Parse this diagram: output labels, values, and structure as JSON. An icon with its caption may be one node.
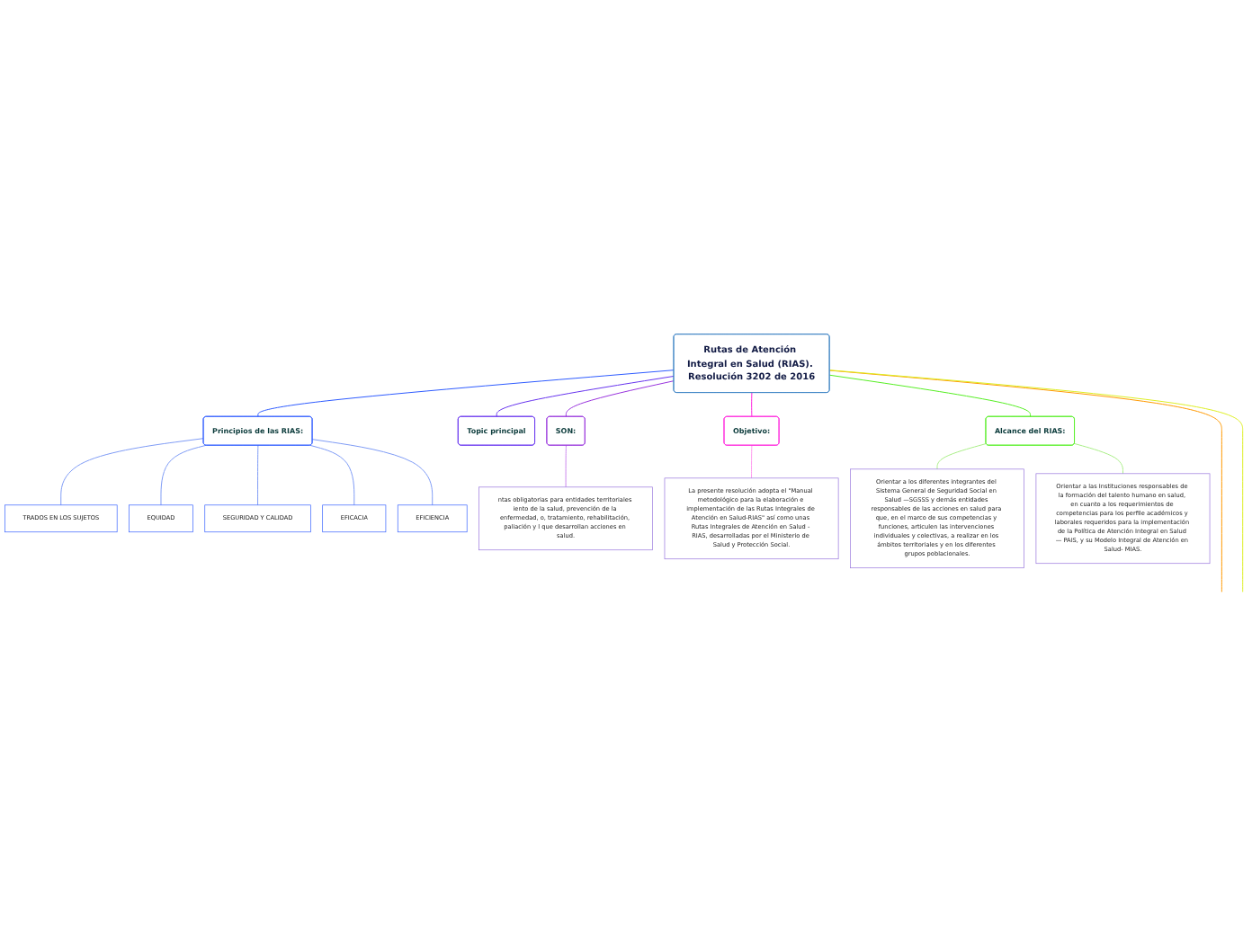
{
  "diagram": {
    "nodes": [
      {
        "text": [
          "Rutas de Atención Integral en Salud (RIAS). Resolución 3202 de 2016"
        ]
      },
      {
        "text": [
          "Principios de las RIAS:"
        ]
      },
      {
        "text": [
          "TRADOS EN LOS SUJETOS"
        ]
      },
      {
        "text": [
          "EQUIDAD"
        ]
      },
      {
        "text": [
          "SEGURIDAD Y CALIDAD"
        ]
      },
      {
        "text": [
          "EFICACIA"
        ]
      },
      {
        "text": [
          "EFICIENCIA"
        ]
      },
      {
        "text": [
          "Topic principal"
        ]
      },
      {
        "text": [
          "SON:"
        ]
      },
      {
        "text": [
          "ntas obligatorias para entidades territoriales iento de la salud, prevención de la enfermedad, o, tratamiento, rehabilitación, paliación y l que desarrollan acciones en salud."
        ]
      },
      {
        "text": [
          "Objetivo:"
        ]
      },
      {
        "text": [
          "La presente resolución adopta el \"Manual metodológico para la elaboración e implementación de las Rutas Integrales de Atención en Salud-RIAS\" así como unas Rutas Integrales de Atención en Salud - RIAS, desarrolladas por el Ministerio de Salud y Protección Social."
        ]
      },
      {
        "text": [
          "Alcance del RIAS:"
        ]
      },
      {
        "text": [
          "Orientar a los diferentes integrantes del Sistema General de Seguridad Social en Salud —SGSSS y demás entidades responsables de las acciones en salud para que, en el marco de sus competencias y funciones, articulen las intervenciones individuales y colectivas, a realizar en los ámbitos territoriales y en los diferentes grupos poblacionales."
        ]
      },
      {
        "text": [
          "Orientar a las Instituciones responsables de la formación del talento humano en salud, en cuanto a los requerimientos de competencias para los perfile académicos y laborales requeridos para la implementación de la Política de Atención Integral en Salud — PAIS, y su Modelo Integral de Atención en Salud- MIAS."
        ]
      }
    ],
    "edges": [
      {
        "from": 0,
        "to": 1,
        "arrow": "none",
        "color": "#2e5bff"
      },
      {
        "from": 1,
        "to": 2,
        "arrow": "none",
        "color": "#7f9cf5"
      },
      {
        "from": 1,
        "to": 3,
        "arrow": "none",
        "color": "#7f9cf5"
      },
      {
        "from": 1,
        "to": 4,
        "arrow": "none",
        "color": "#7f9cf5"
      },
      {
        "from": 1,
        "to": 5,
        "arrow": "none",
        "color": "#7f9cf5"
      },
      {
        "from": 1,
        "to": 6,
        "arrow": "none",
        "color": "#7f9cf5"
      },
      {
        "from": 0,
        "to": 7,
        "arrow": "none",
        "color": "#6633ee"
      },
      {
        "from": 0,
        "to": 8,
        "arrow": "none",
        "color": "#9933dd"
      },
      {
        "from": 8,
        "to": 9,
        "arrow": "none",
        "color": "#cc88ee"
      },
      {
        "from": 0,
        "to": 10,
        "arrow": "none",
        "color": "#ff22dd"
      },
      {
        "from": 10,
        "to": 11,
        "arrow": "none",
        "color": "#ff99ee"
      },
      {
        "from": 0,
        "to": 12,
        "arrow": "none",
        "color": "#55ee22"
      },
      {
        "from": 12,
        "to": 13,
        "arrow": "none",
        "color": "#aaee88"
      },
      {
        "from": 12,
        "to": 14,
        "arrow": "none",
        "color": "#aaee88"
      },
      {
        "from": 0,
        "to": null,
        "arrow": "none",
        "color": "#ff9900"
      },
      {
        "from": 0,
        "to": null,
        "arrow": "none",
        "color": "#ddee22"
      }
    ]
  }
}
